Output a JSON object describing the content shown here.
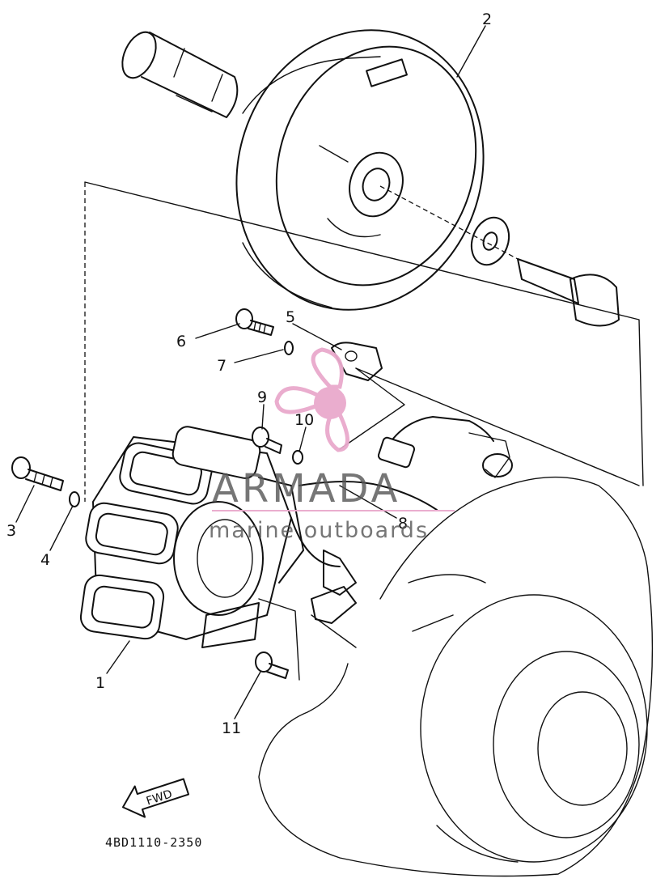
{
  "diagram": {
    "part_numbers": [
      "1",
      "2",
      "3",
      "4",
      "5",
      "6",
      "7",
      "8",
      "9",
      "10",
      "11"
    ],
    "fwd_label": "FWD",
    "drawing_code": "4BD1110-2350"
  },
  "watermark": {
    "brand": "ARMADA",
    "tagline": "marine outboards",
    "brand_color": "#555555",
    "accent_color": "#e9a9cc"
  }
}
